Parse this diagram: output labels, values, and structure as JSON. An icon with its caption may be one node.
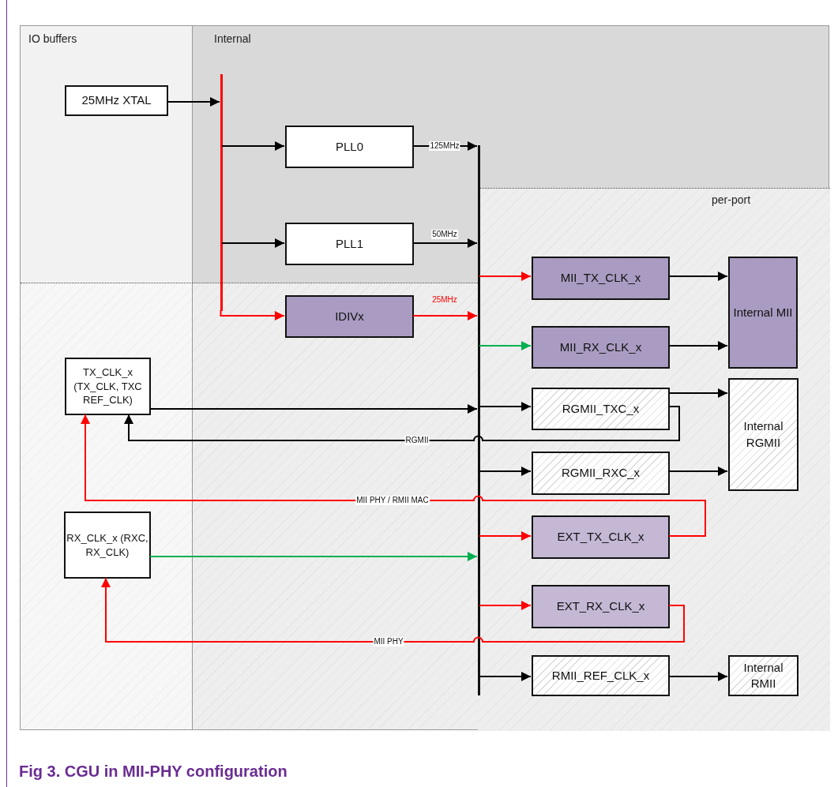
{
  "diagram": {
    "caption": "Fig 3. CGU in MII-PHY configuration",
    "nodes": [
      {
        "text": [
          "IO buffers"
        ]
      },
      {
        "text": [
          "Internal"
        ]
      },
      {
        "text": [
          "per-port"
        ],
        "in": 1
      },
      {
        "text": [
          "25MHz XTAL"
        ],
        "in": 0
      },
      {
        "text": [],
        "shape": "bar",
        "in": 1
      },
      {
        "text": [
          "PLL0"
        ],
        "in": 1
      },
      {
        "text": [
          "PLL1"
        ],
        "in": 1
      },
      {
        "text": [
          "IDIVx"
        ],
        "in": 1
      },
      {
        "text": [],
        "shape": "bar",
        "in": 1
      },
      {
        "text": [
          "MII_TX_CLK_x"
        ],
        "in": 2
      },
      {
        "text": [
          "MII_RX_CLK_x"
        ],
        "in": 2
      },
      {
        "text": [
          "Internal MII"
        ],
        "in": 2
      },
      {
        "text": [
          "RGMII_TXC_x"
        ],
        "in": 2
      },
      {
        "text": [
          "RGMII_RXC_x"
        ],
        "in": 2
      },
      {
        "text": [
          "Internal RGMII"
        ],
        "in": 2
      },
      {
        "text": [
          "EXT_TX_CLK_x"
        ],
        "in": 2
      },
      {
        "text": [
          "EXT_RX_CLK_x"
        ],
        "in": 2
      },
      {
        "text": [
          "RMII_REF_CLK_x"
        ],
        "in": 2
      },
      {
        "text": [
          "Internal RMII"
        ],
        "in": 2
      },
      {
        "text": [
          "TX_CLK_x (TX_CLK, TXC REF_CLK)"
        ],
        "in": 0
      },
      {
        "text": [
          "RX_CLK_x (RXC, RX_CLK)"
        ],
        "in": 0
      }
    ],
    "edges": [
      {
        "from": 3,
        "to": 4,
        "arrow": "to"
      },
      {
        "from": 4,
        "to": 5,
        "arrow": "to"
      },
      {
        "from": 4,
        "to": 6,
        "arrow": "to"
      },
      {
        "from": 4,
        "to": 7,
        "arrow": "to",
        "color": "#ff0000"
      },
      {
        "from": 5,
        "to": 8,
        "arrow": "to",
        "label": "125MHz"
      },
      {
        "from": 6,
        "to": 8,
        "arrow": "to",
        "label": "50MHz"
      },
      {
        "from": 7,
        "to": 8,
        "arrow": "to",
        "label": "25MHz",
        "color": "#ff0000"
      },
      {
        "from": 8,
        "to": 9,
        "arrow": "to",
        "color": "#ff0000"
      },
      {
        "from": 8,
        "to": 10,
        "arrow": "to",
        "color": "#00b050"
      },
      {
        "from": 9,
        "to": 11,
        "arrow": "to"
      },
      {
        "from": 10,
        "to": 11,
        "arrow": "to"
      },
      {
        "from": 19,
        "to": 8,
        "arrow": "to"
      },
      {
        "from": 8,
        "to": 12,
        "arrow": "to"
      },
      {
        "from": 12,
        "to": 14,
        "arrow": "to"
      },
      {
        "from": 12,
        "to": 19,
        "arrow": "to",
        "label": "RGMII"
      },
      {
        "from": 8,
        "to": 13,
        "arrow": "to"
      },
      {
        "from": 13,
        "to": 14,
        "arrow": "to"
      },
      {
        "from": 15,
        "to": 19,
        "arrow": "to",
        "label": "MII PHY / RMII MAC",
        "color": "#ff0000"
      },
      {
        "from": 20,
        "to": 8,
        "arrow": "to",
        "color": "#00b050"
      },
      {
        "from": 8,
        "to": 15,
        "arrow": "to",
        "color": "#ff0000"
      },
      {
        "from": 8,
        "to": 16,
        "arrow": "to",
        "color": "#ff0000"
      },
      {
        "from": 16,
        "to": 20,
        "arrow": "to",
        "label": "MII PHY",
        "color": "#ff0000"
      },
      {
        "from": 8,
        "to": 17,
        "arrow": "to"
      },
      {
        "from": 17,
        "to": 18,
        "arrow": "to"
      }
    ]
  }
}
